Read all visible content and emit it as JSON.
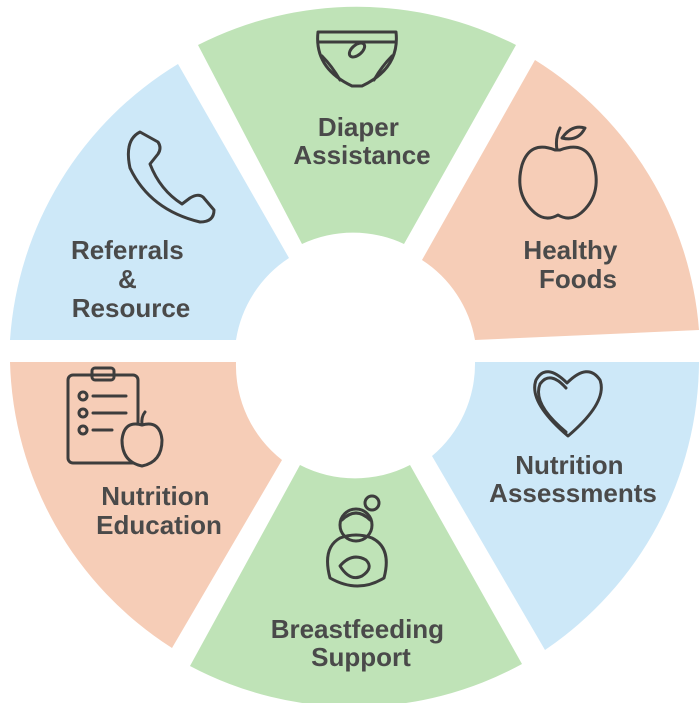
{
  "wheel": {
    "segments": [
      {
        "id": "diaper",
        "lines": [
          "Diaper",
          "Assistance"
        ],
        "icon": "diaper-icon",
        "color": "#bfe3b7"
      },
      {
        "id": "healthy",
        "lines": [
          "Healthy",
          "Foods"
        ],
        "icon": "apple-icon",
        "color": "#f6cdb7"
      },
      {
        "id": "assess",
        "lines": [
          "Nutrition",
          "Assessments"
        ],
        "icon": "heart-icon",
        "color": "#cde8f8"
      },
      {
        "id": "breast",
        "lines": [
          "Breastfeeding",
          "Support"
        ],
        "icon": "mother-baby-icon",
        "color": "#bfe3b7"
      },
      {
        "id": "edu",
        "lines": [
          "Nutrition",
          "Education"
        ],
        "icon": "clipboard-apple-icon",
        "color": "#f6cdb7"
      },
      {
        "id": "ref",
        "lines": [
          "Referrals",
          "&",
          "Resource"
        ],
        "icon": "phone-icon",
        "color": "#cde8f8"
      }
    ]
  }
}
